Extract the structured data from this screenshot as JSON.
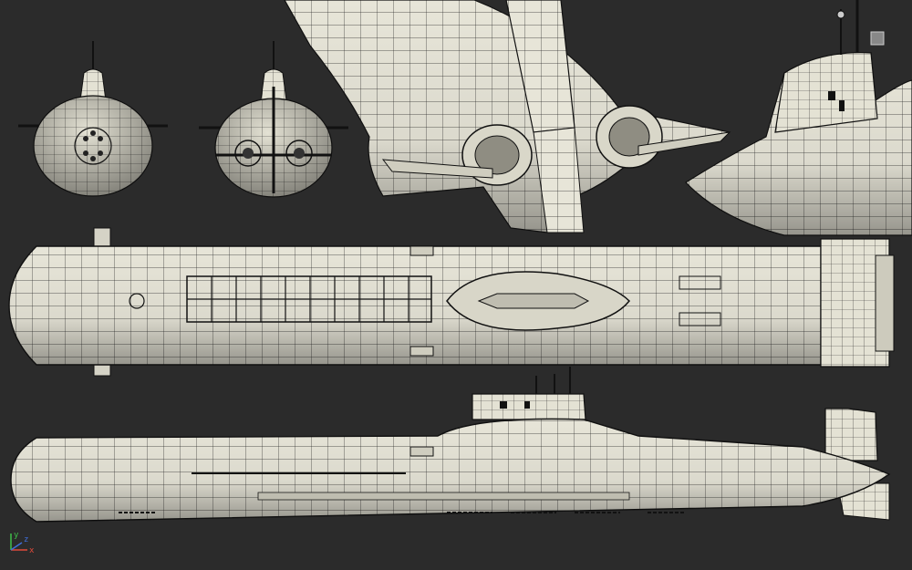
{
  "colors": {
    "background": "#2b2b2b",
    "hull_fill": "#e7e5d8",
    "hull_shade": "#9d9b8e",
    "wireframe": "#1a1a1a",
    "axis_x": "#e04a3a",
    "axis_y": "#3fbf4a",
    "axis_z": "#3f6fdc"
  },
  "views": [
    {
      "name": "front",
      "icon": "submarine-front-view"
    },
    {
      "name": "rear",
      "icon": "submarine-rear-view"
    },
    {
      "name": "perspective-stern",
      "icon": "submarine-stern-perspective"
    },
    {
      "name": "perspective-sail",
      "icon": "submarine-sail-perspective"
    },
    {
      "name": "top",
      "icon": "submarine-top-view"
    },
    {
      "name": "side",
      "icon": "submarine-side-view"
    }
  ],
  "gizmo": {
    "icon": "axis-gizmo-icon",
    "x_label": "x",
    "y_label": "y",
    "z_label": "z"
  },
  "viewcube": {
    "icon": "viewcube-icon"
  }
}
